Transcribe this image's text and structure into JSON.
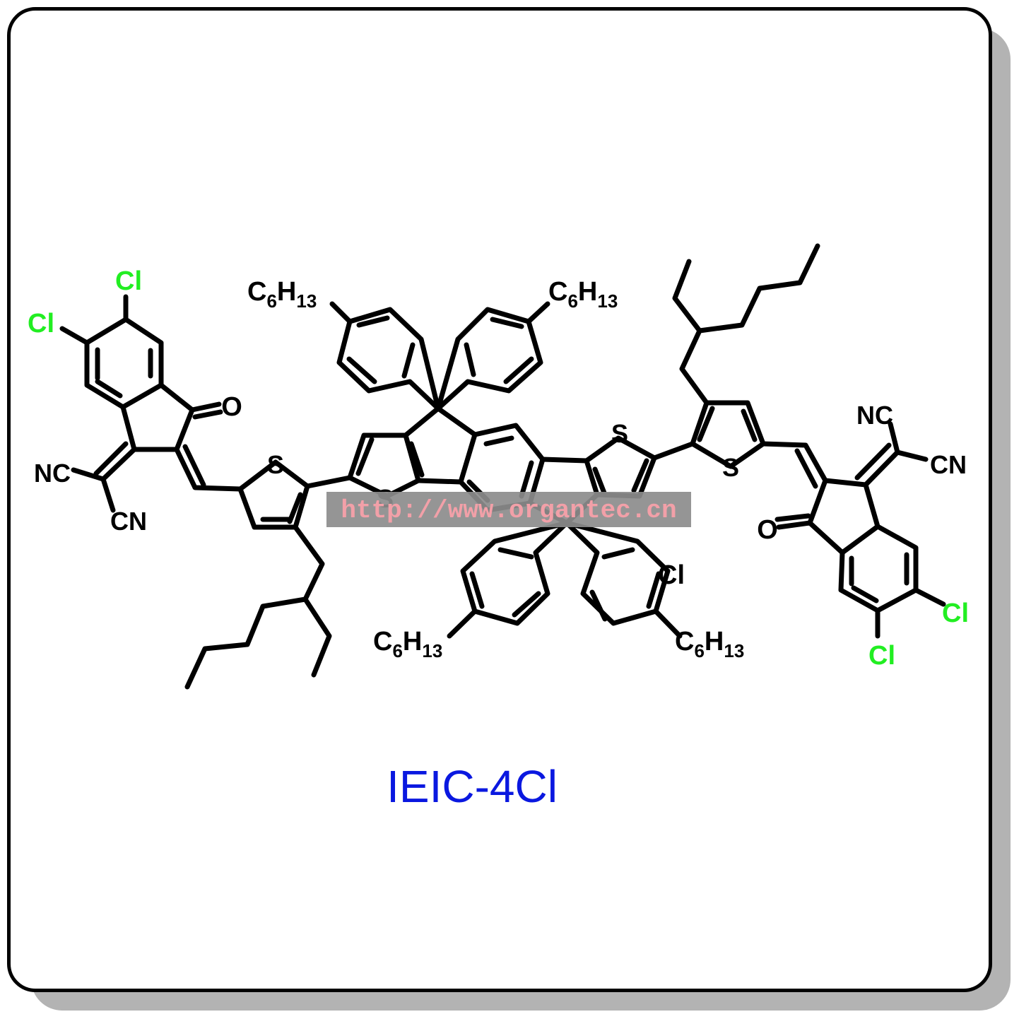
{
  "compound_name": "IEIC-4Cl",
  "watermark": "http://www.organtec.cn",
  "atoms": {
    "cl": "Cl",
    "o": "O",
    "s": "S",
    "nc": "NC",
    "cn": "CN",
    "hexyl_c": "C",
    "hexyl_c_sub": "6",
    "hexyl_h": "H",
    "hexyl_h_sub": "13"
  },
  "colors": {
    "bond": "#000000",
    "chlorine": "#22ee22",
    "title": "#0a18e0",
    "watermark_box": "#8c8c8c",
    "watermark_text": "#f2a0a8"
  }
}
